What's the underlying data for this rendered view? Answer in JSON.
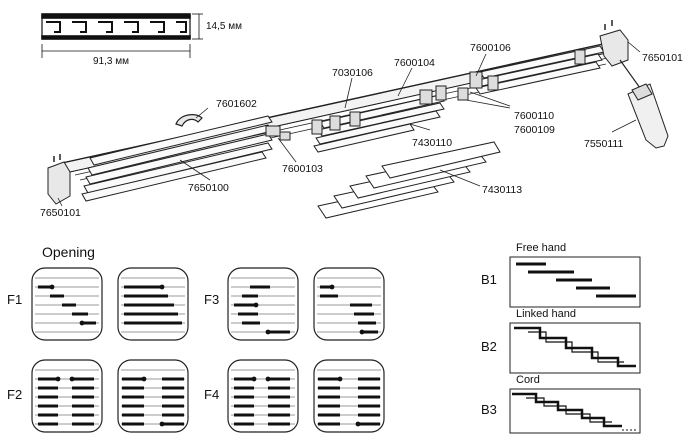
{
  "profile": {
    "height_label": "14,5 мм",
    "width_label": "91,3 мм"
  },
  "parts": {
    "p7601602": "7601602",
    "p7030106": "7030106",
    "p7600104": "7600104",
    "p7600106": "7600106",
    "p7650101_right": "7650101",
    "p7600110": "7600110",
    "p7600109": "7600109",
    "p7430110": "7430110",
    "p7550111": "7550111",
    "p7650100": "7650100",
    "p7600103": "7600103",
    "p7430113": "7430113",
    "p7650101_left": "7650101"
  },
  "opening": {
    "title": "Opening",
    "f1": "F1",
    "f2": "F2",
    "f3": "F3",
    "f4": "F4"
  },
  "controls": {
    "b1": {
      "code": "B1",
      "label": "Free hand"
    },
    "b2": {
      "code": "B2",
      "label": "Linked hand"
    },
    "b3": {
      "code": "B3",
      "label": "Cord"
    }
  }
}
